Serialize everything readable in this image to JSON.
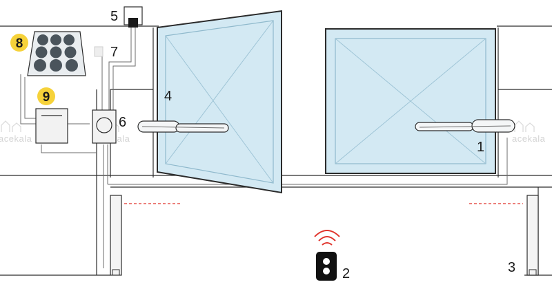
{
  "watermark": "acekala",
  "labels": {
    "motor": "1",
    "remote": "2",
    "photocell": "3",
    "lamp": "4",
    "junction_box": "5",
    "control_unit": "6",
    "key_switch": "7",
    "solar_panel": "8",
    "battery": "9"
  },
  "colors": {
    "glass": "#d3e9f3",
    "badge": "#f6d23a",
    "beam": "#e0332b",
    "signal": "#e0332b",
    "line": "#2b2b2b"
  }
}
